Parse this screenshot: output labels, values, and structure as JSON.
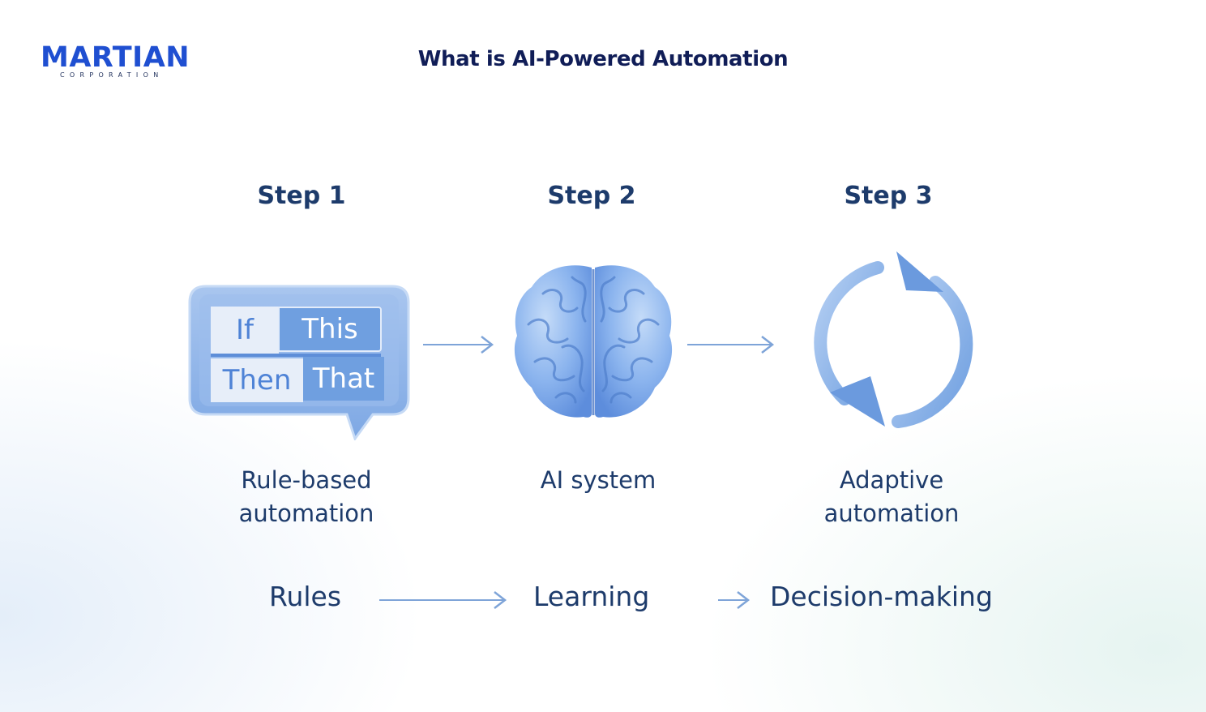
{
  "logo": {
    "name": "MARTIAN",
    "subtitle": "CORPORATION"
  },
  "title": "What is AI-Powered Automation",
  "steps": [
    {
      "label": "Step 1",
      "caption_line1": "Rule-based",
      "caption_line2": "automation"
    },
    {
      "label": "Step 2",
      "caption_line1": "AI system",
      "caption_line2": ""
    },
    {
      "label": "Step 3",
      "caption_line1": "Adaptive",
      "caption_line2": "automation"
    }
  ],
  "rule_card": {
    "if": "If",
    "this": "This",
    "then": "Then",
    "that": "That"
  },
  "flow": [
    "Rules",
    "Learning",
    "Decision-making"
  ],
  "icons": [
    "if-then-chat-icon",
    "brain-icon",
    "cycle-arrows-icon"
  ],
  "colors": {
    "title": "#101d57",
    "text": "#1d3b6b",
    "accent": "#6f9fe0",
    "logo": "#1f4fd1"
  }
}
